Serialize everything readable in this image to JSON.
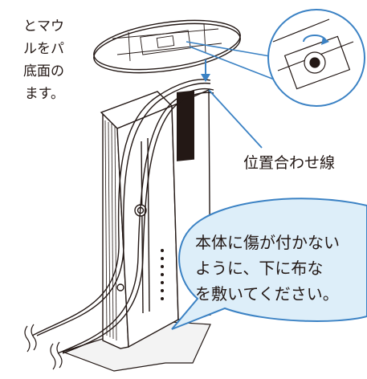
{
  "instruction": {
    "lines": [
      "とマウ",
      "ルをパ",
      "底面の",
      "ます。"
    ]
  },
  "labels": {
    "alignment_line": "位置合わせ線"
  },
  "callout": {
    "lines": [
      "本体に傷が付かない",
      "ように、下に布な",
      "を敷いてください。"
    ]
  },
  "colors": {
    "accent": "#3b82c4",
    "bubble_fill": "#ddeef9",
    "line_art": "#231815",
    "cloth": "#f3f3f3"
  }
}
